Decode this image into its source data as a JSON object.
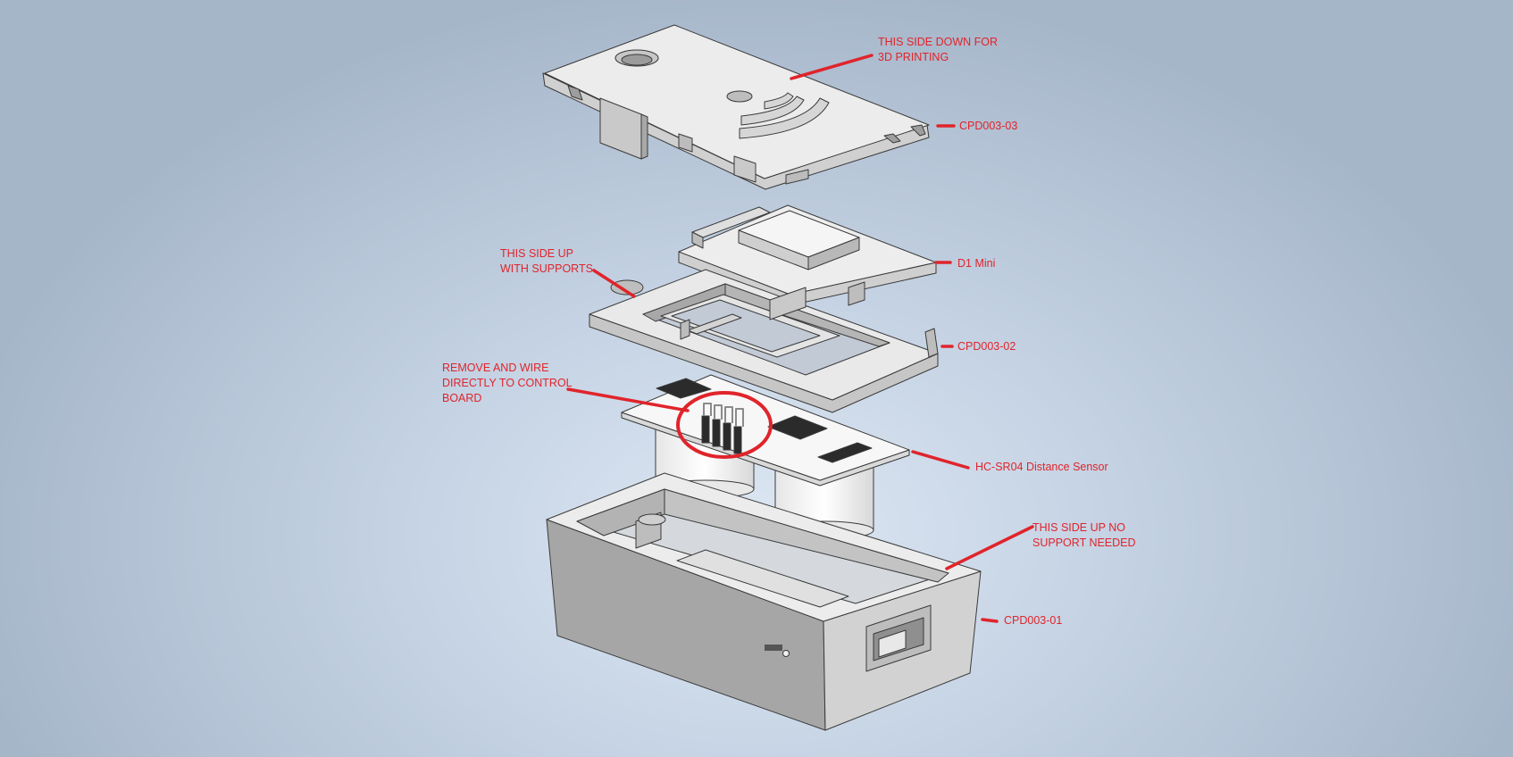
{
  "diagram": {
    "colors": {
      "annotation": "#e0242b",
      "part_light": "#f2f2f2",
      "part_mid": "#d2d2d2",
      "part_dark": "#a9a9a9",
      "edge": "#3a3a3a",
      "connector": "#2b2b2b"
    },
    "parts": [
      {
        "id": "CPD003-03",
        "label": "CPD003-03",
        "note": [
          "THIS SIDE DOWN FOR",
          "3D PRINTING"
        ]
      },
      {
        "id": "D1 Mini",
        "label": "D1 Mini"
      },
      {
        "id": "CPD003-02",
        "label": "CPD003-02",
        "note": [
          "THIS SIDE UP",
          "WITH SUPPORTS"
        ]
      },
      {
        "id": "HC-SR04",
        "label": "HC-SR04 Distance Sensor",
        "note": [
          "REMOVE AND WIRE",
          "DIRECTLY TO CONTROL",
          "BOARD"
        ]
      },
      {
        "id": "CPD003-01",
        "label": "CPD003-01",
        "note": [
          "THIS SIDE UP NO",
          "SUPPORT NEEDED"
        ]
      }
    ]
  }
}
